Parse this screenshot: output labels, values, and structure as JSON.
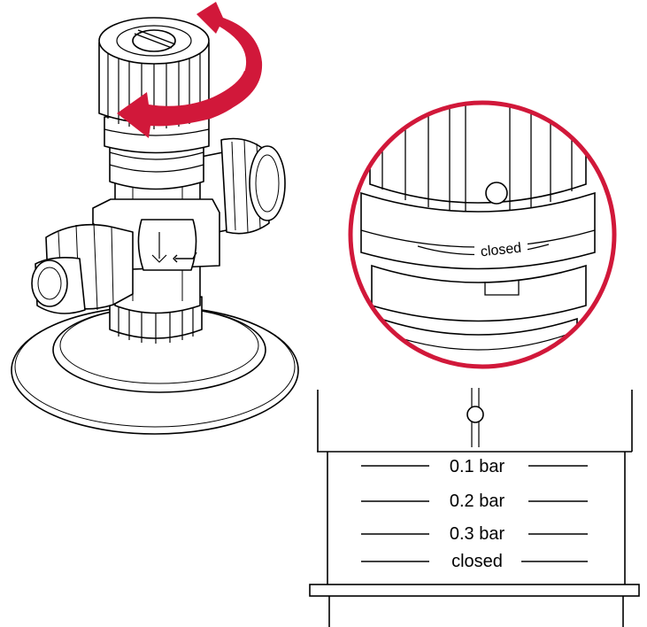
{
  "detail_view": {
    "label": "closed"
  },
  "scale": {
    "levels": [
      {
        "label": "0.1 bar"
      },
      {
        "label": "0.2 bar"
      },
      {
        "label": "0.3 bar"
      },
      {
        "label": "closed"
      }
    ]
  },
  "colors": {
    "accent": "#d1183a",
    "line": "#000000",
    "background": "#ffffff"
  }
}
